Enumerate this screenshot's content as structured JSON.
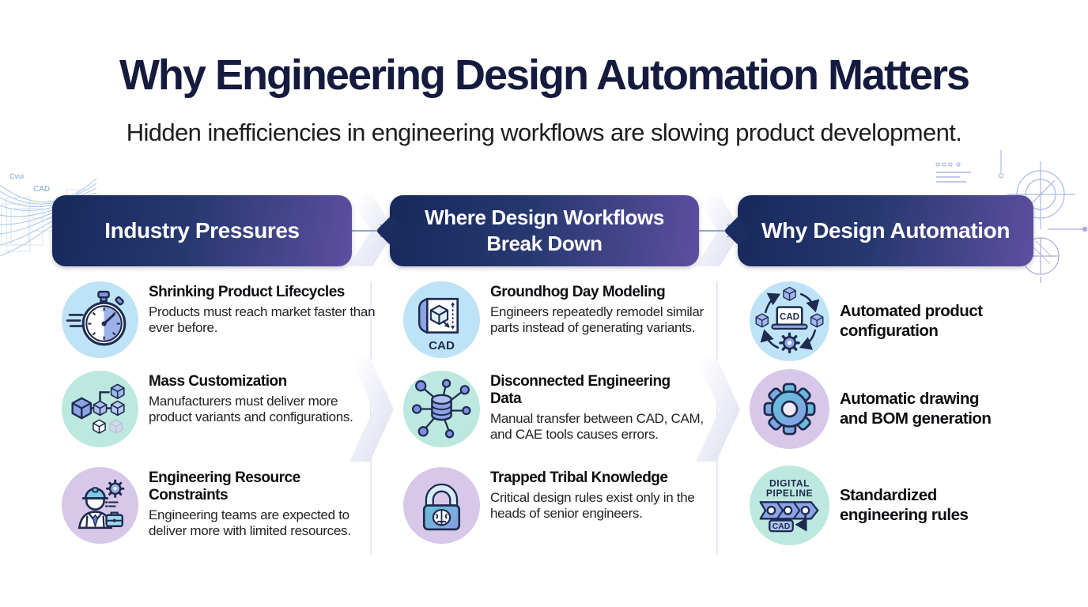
{
  "page": {
    "title": "Why Engineering Design Automation Matters",
    "subtitle": "Hidden inefficiencies in engineering workflows are slowing product development."
  },
  "stages": [
    {
      "header": "Industry Pressures",
      "items": [
        {
          "icon": "stopwatch-icon",
          "title": "Shrinking Product Lifecycles",
          "description": "Products must reach market faster than ever before."
        },
        {
          "icon": "cubes-network-icon",
          "title": "Mass Customization",
          "description": "Manufacturers must deliver more product variants and configurations."
        },
        {
          "icon": "engineer-icon",
          "title": "Engineering Resource Constraints",
          "description": "Engineering teams are expected to deliver more with limited resources."
        }
      ]
    },
    {
      "header": "Where Design Workflows Break Down",
      "header_lines": [
        "Where Design Workflows",
        "Break Down"
      ],
      "items": [
        {
          "icon": "cad-blueprint-icon",
          "icon_label": "CAD",
          "title": "Groundhog Day Modeling",
          "description": "Engineers repeatedly remodel similar parts instead of generating variants."
        },
        {
          "icon": "data-network-icon",
          "title": "Disconnected Engineering Data",
          "description": "Manual transfer between CAD, CAM, and CAE tools causes errors."
        },
        {
          "icon": "padlock-brain-icon",
          "title": "Trapped Tribal Knowledge",
          "description": "Critical design rules exist only in the heads of senior engineers."
        }
      ]
    },
    {
      "header": "Why Design Automation",
      "items": [
        {
          "icon": "cad-flow-icon",
          "icon_label": "CAD",
          "title": "Automated product configuration"
        },
        {
          "icon": "gear-icon",
          "title": "Automatic drawing and BOM generation"
        },
        {
          "icon": "pipeline-icon",
          "icon_labels": {
            "top": "DIGITAL",
            "bottom": "PIPELINE",
            "box": "CAD"
          },
          "title": "Standardized engineering rules"
        }
      ]
    }
  ],
  "decor": {
    "left": {
      "word1": "Cvui",
      "word2": "CAD"
    }
  },
  "colors": {
    "title_text": "#141b3e",
    "banner_gradient_start": "#17285c",
    "banner_gradient_end": "#5e4f9f",
    "banner_text": "#ffffff",
    "icon_bg_blue": "#bee3f6",
    "icon_bg_mint": "#bce8df",
    "icon_bg_lavender": "#d7c8e9",
    "icon_line": "#1e2a4e",
    "icon_accent": "#8ca4e6",
    "divider": "#e7e8f2"
  }
}
